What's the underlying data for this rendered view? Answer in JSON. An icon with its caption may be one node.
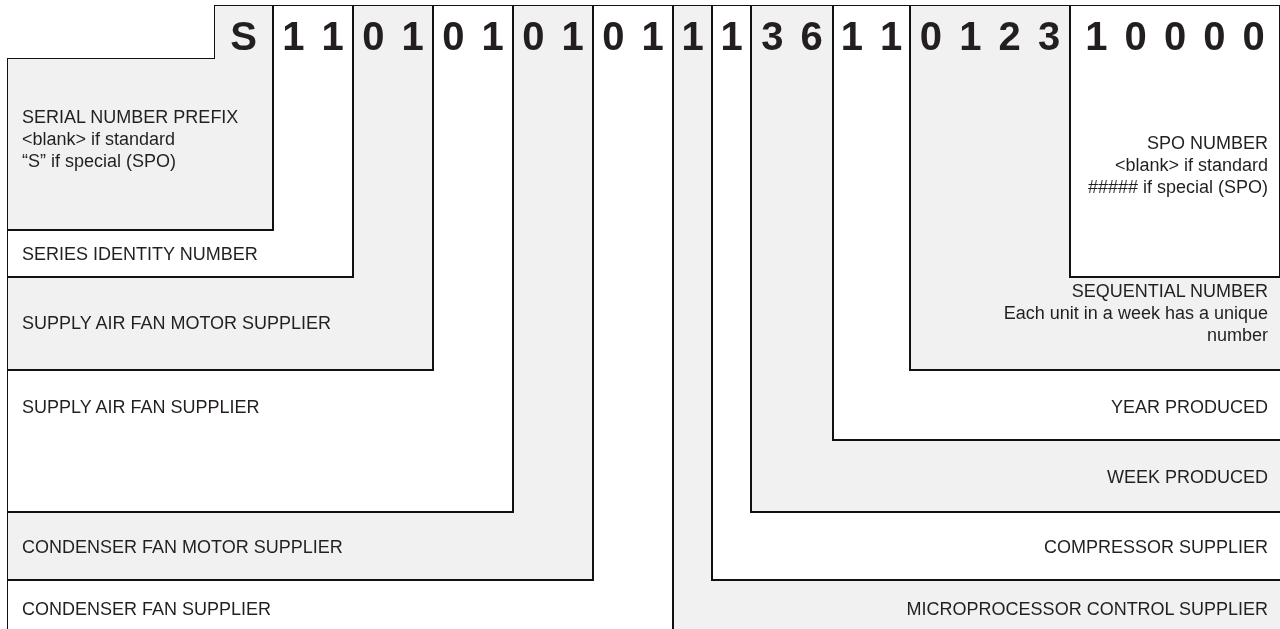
{
  "diagram": {
    "nodes": [
      {
        "text": [
          "S",
          "SERIAL NUMBER PREFIX",
          "<blank> if standard",
          "“S” if special (SPO)"
        ]
      },
      {
        "text": [
          "1 1",
          "SERIES IDENTITY NUMBER"
        ]
      },
      {
        "text": [
          "0 1",
          "SUPPLY AIR FAN MOTOR SUPPLIER"
        ]
      },
      {
        "text": [
          "0 1",
          "SUPPLY AIR FAN SUPPLIER"
        ]
      },
      {
        "text": [
          "0 1",
          "CONDENSER FAN MOTOR SUPPLIER"
        ]
      },
      {
        "text": [
          "0 1",
          "CONDENSER FAN SUPPLIER"
        ]
      },
      {
        "text": [
          "1",
          "MICROPROCESSOR CONTROL SUPPLIER"
        ]
      },
      {
        "text": [
          "1",
          "COMPRESSOR SUPPLIER"
        ]
      },
      {
        "text": [
          "3 6",
          "WEEK PRODUCED"
        ]
      },
      {
        "text": [
          "1 1",
          "YEAR PRODUCED"
        ]
      },
      {
        "text": [
          "0 1 2 3",
          "SEQUENTIAL NUMBER",
          "Each unit in a week has a unique number"
        ]
      },
      {
        "text": [
          "1 0 0 0 0",
          "SPO NUMBER",
          "<blank> if standard",
          "##### if special (SPO)"
        ]
      }
    ]
  }
}
